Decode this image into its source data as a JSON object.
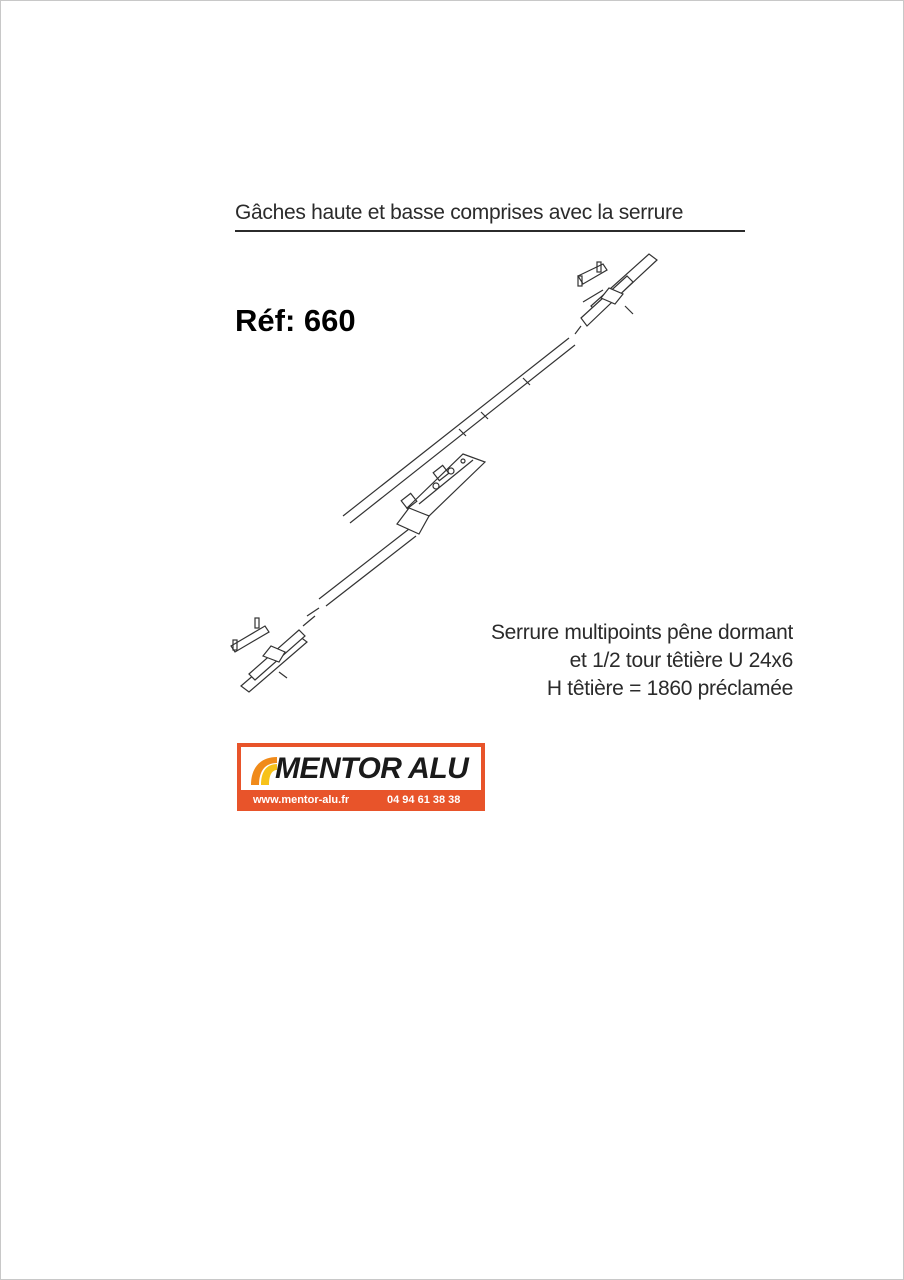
{
  "document": {
    "heading": "Gâches haute et basse comprises avec la serrure",
    "reference": "Réf: 660",
    "description_lines": [
      "Serrure multipoints pêne dormant",
      "et 1/2 tour têtière U 24x6",
      "H têtière = 1860 préclamée"
    ]
  },
  "logo": {
    "name": "MENTOR ALU",
    "website": "www.mentor-alu.fr",
    "phone": "04 94 61 38 38",
    "colors": {
      "band": "#e8542a",
      "swoosh_orange": "#f08a1a",
      "swoosh_yellow": "#f7c21a",
      "text": "#1a1a1a"
    }
  },
  "illustration": {
    "icon": "multipoint-lock-drawing"
  }
}
